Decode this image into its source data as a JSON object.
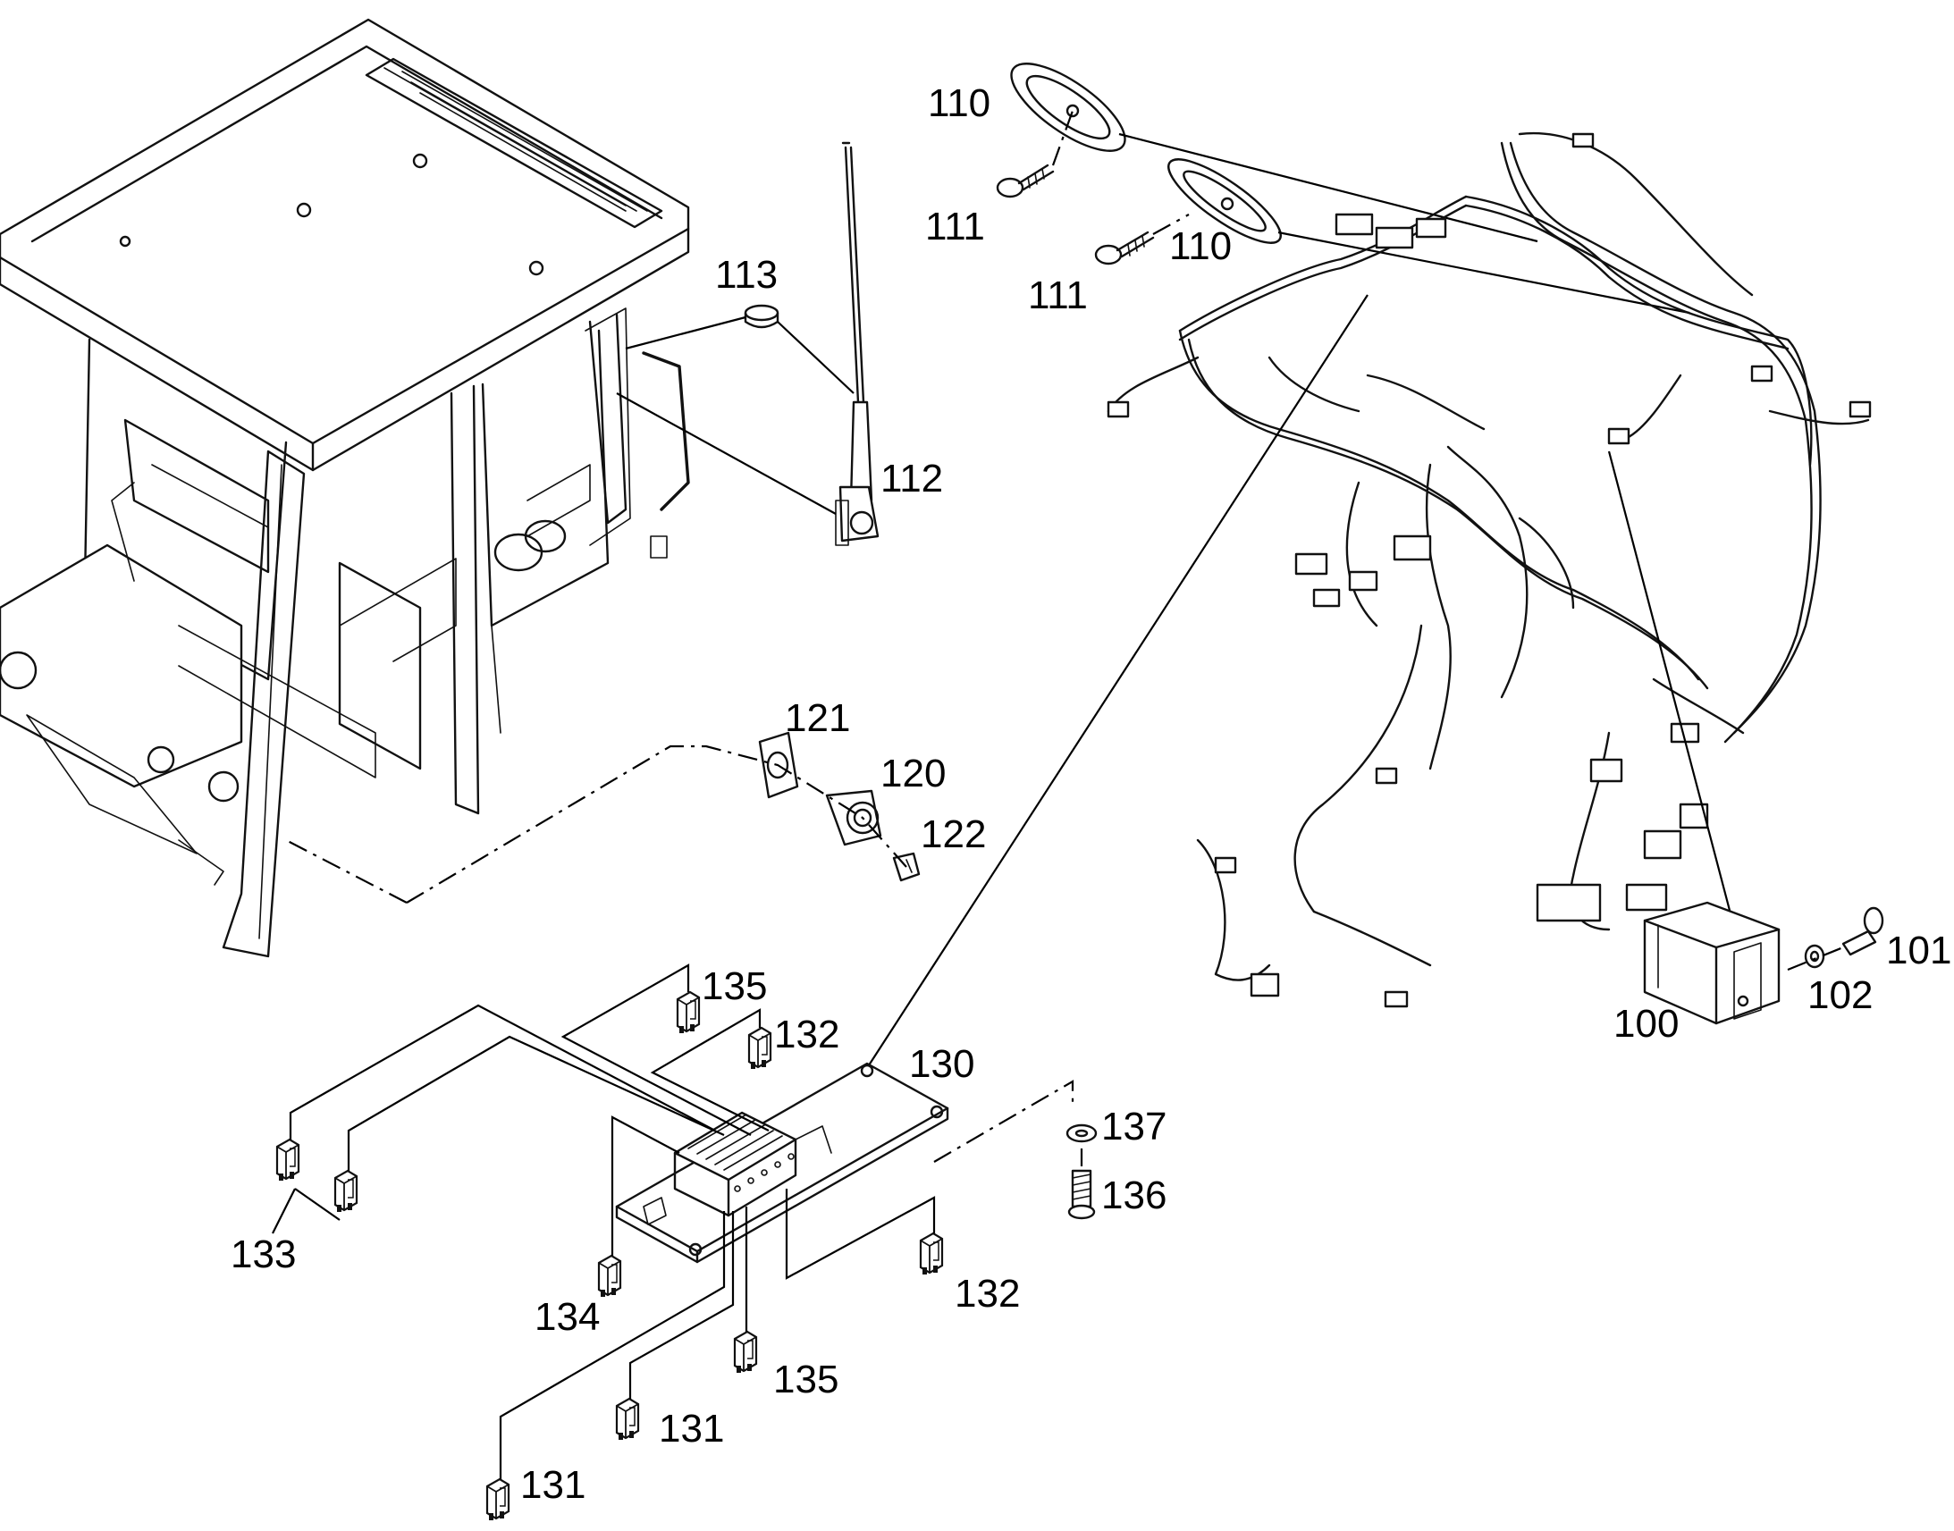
{
  "labels": {
    "l100": "100",
    "l101": "101",
    "l102": "102",
    "l110a": "110",
    "l110b": "110",
    "l111a": "111",
    "l111b": "111",
    "l112": "112",
    "l113": "113",
    "l120": "120",
    "l121": "121",
    "l122": "122",
    "l130": "130",
    "l131a": "131",
    "l131b": "131",
    "l132a": "132",
    "l132b": "132",
    "l133": "133",
    "l134": "134",
    "l135a": "135",
    "l135b": "135",
    "l136": "136",
    "l137": "137"
  }
}
